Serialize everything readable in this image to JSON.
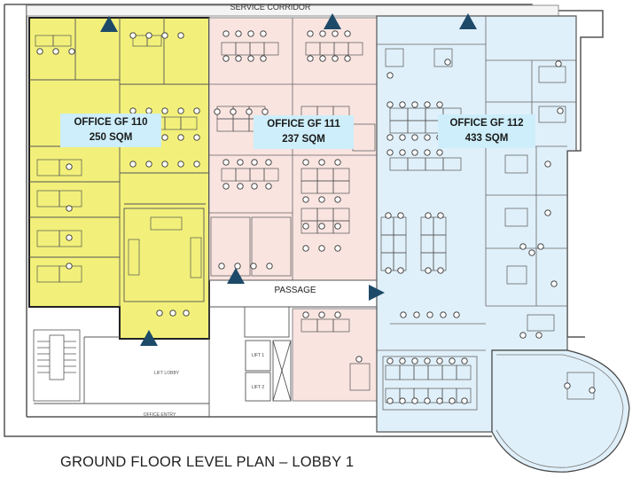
{
  "title": "GROUND FLOOR LEVEL PLAN – LOBBY 1",
  "corridor_label": "SERVICE CORRIDOR",
  "passage_label": "PASSAGE",
  "lobby_label": "LIFT LOBBY",
  "entry_label": "OFFICE ENTRY",
  "lifts": [
    "LIFT 1",
    "LIFT 2"
  ],
  "offices": [
    {
      "name": "OFFICE GF 110",
      "area": "250 SQM",
      "color": "#f2f07a"
    },
    {
      "name": "OFFICE GF 111",
      "area": "237 SQM",
      "color": "#f9e4e0"
    },
    {
      "name": "OFFICE GF 112",
      "area": "433 SQM",
      "color": "#e0f0fa"
    }
  ],
  "colors": {
    "label_bg": "#cdeefa",
    "arrow": "#1d4a68",
    "wall": "#555555"
  },
  "icons": [
    "entry-arrow-icon",
    "stair-icon",
    "lift-icon"
  ]
}
